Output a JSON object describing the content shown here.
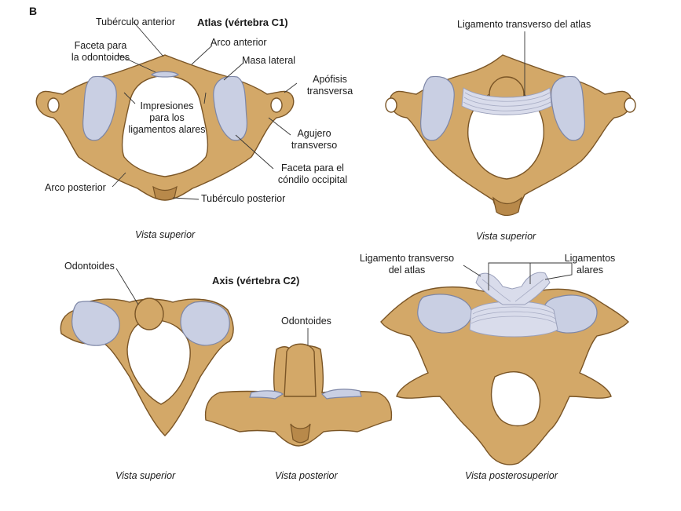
{
  "panel_letter": "B",
  "atlas": {
    "title": "Atlas (vértebra C1)",
    "labels": {
      "tuberculo_anterior": "Tubérculo anterior",
      "arco_anterior": "Arco anterior",
      "faceta_odontoides": [
        "Faceta para",
        "la odontoides"
      ],
      "masa_lateral": "Masa lateral",
      "apofisis_transversa": [
        "Apófisis",
        "transversa"
      ],
      "impresiones": [
        "Impresiones",
        "para los",
        "ligamentos alares"
      ],
      "agujero_transverso": [
        "Agujero",
        "transverso"
      ],
      "faceta_condilo": [
        "Faceta para el",
        "cóndilo occipital"
      ],
      "arco_posterior": "Arco posterior",
      "tuberculo_posterior": "Tubérculo posterior"
    },
    "caption_left": "Vista superior",
    "lig_label": "Ligamento transverso del atlas",
    "caption_right": "Vista superior"
  },
  "axis": {
    "title": "Axis (vértebra C2)",
    "odontoides_left": "Odontoides",
    "caption_left": "Vista superior",
    "odontoides_mid": "Odontoides",
    "caption_mid": "Vista posterior",
    "lig_transverso": [
      "Ligamento transverso",
      "del atlas"
    ],
    "lig_alares": [
      "Ligamentos",
      "alares"
    ],
    "caption_right": "Vista posterosuperior"
  }
}
